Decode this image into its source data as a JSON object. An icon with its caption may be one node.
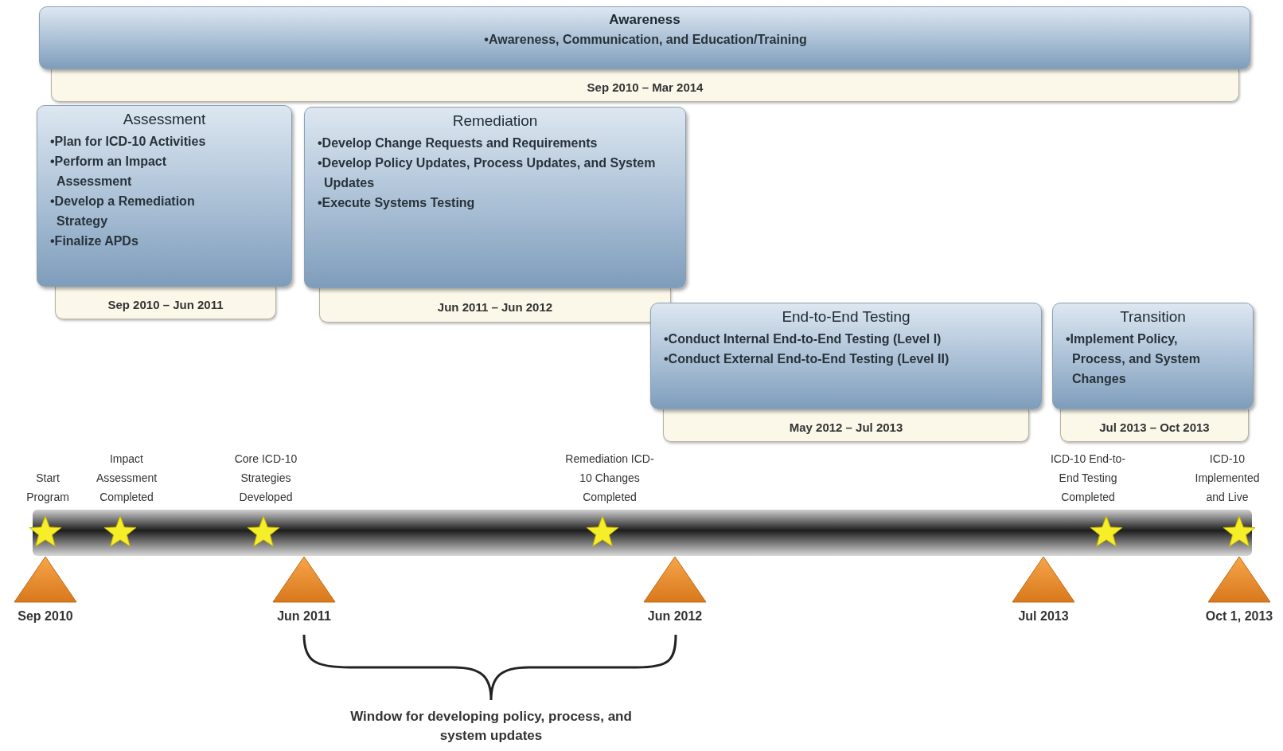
{
  "diagram": {
    "nodes": [
      {
        "text": [
          "Awareness",
          "•Awareness, Communication, and Education/Training"
        ],
        "beside": [
          "Sep 2010 – Mar 2014"
        ]
      },
      {
        "text": [
          "Assessment",
          "•Plan for ICD-10 Activities",
          "•Perform an Impact Assessment",
          "•Develop a Remediation Strategy",
          "•Finalize APDs"
        ],
        "beside": [
          "Sep 2010 – Jun 2011"
        ]
      },
      {
        "text": [
          "Remediation",
          "•Develop Change Requests and Requirements",
          "•Develop Policy Updates, Process Updates, and System Updates",
          "•Execute Systems Testing"
        ],
        "beside": [
          "Jun 2011 – Jun 2012"
        ]
      },
      {
        "text": [
          "End-to-End Testing",
          "•Conduct Internal End-to-End Testing (Level I)",
          "•Conduct External End-to-End Testing (Level II)"
        ],
        "beside": [
          "May 2012 – Jul 2013"
        ]
      },
      {
        "text": [
          "Transition",
          "•Implement Policy, Process, and System Changes"
        ],
        "beside": [
          "Jul 2013 – Oct 2013"
        ]
      }
    ],
    "edges": [],
    "labels": [
      "Start Program",
      "Impact Assessment Completed",
      "Core ICD-10 Strategies Developed",
      "Remediation ICD-10 Changes Completed",
      "ICD-10 End-to-End Testing Completed",
      "ICD-10 Implemented and Live",
      "Sep 2010",
      "Jun 2011",
      "Jun 2012",
      "Jul 2013",
      "Oct 1, 2013",
      "Window for developing policy,  process, and system updates"
    ]
  }
}
